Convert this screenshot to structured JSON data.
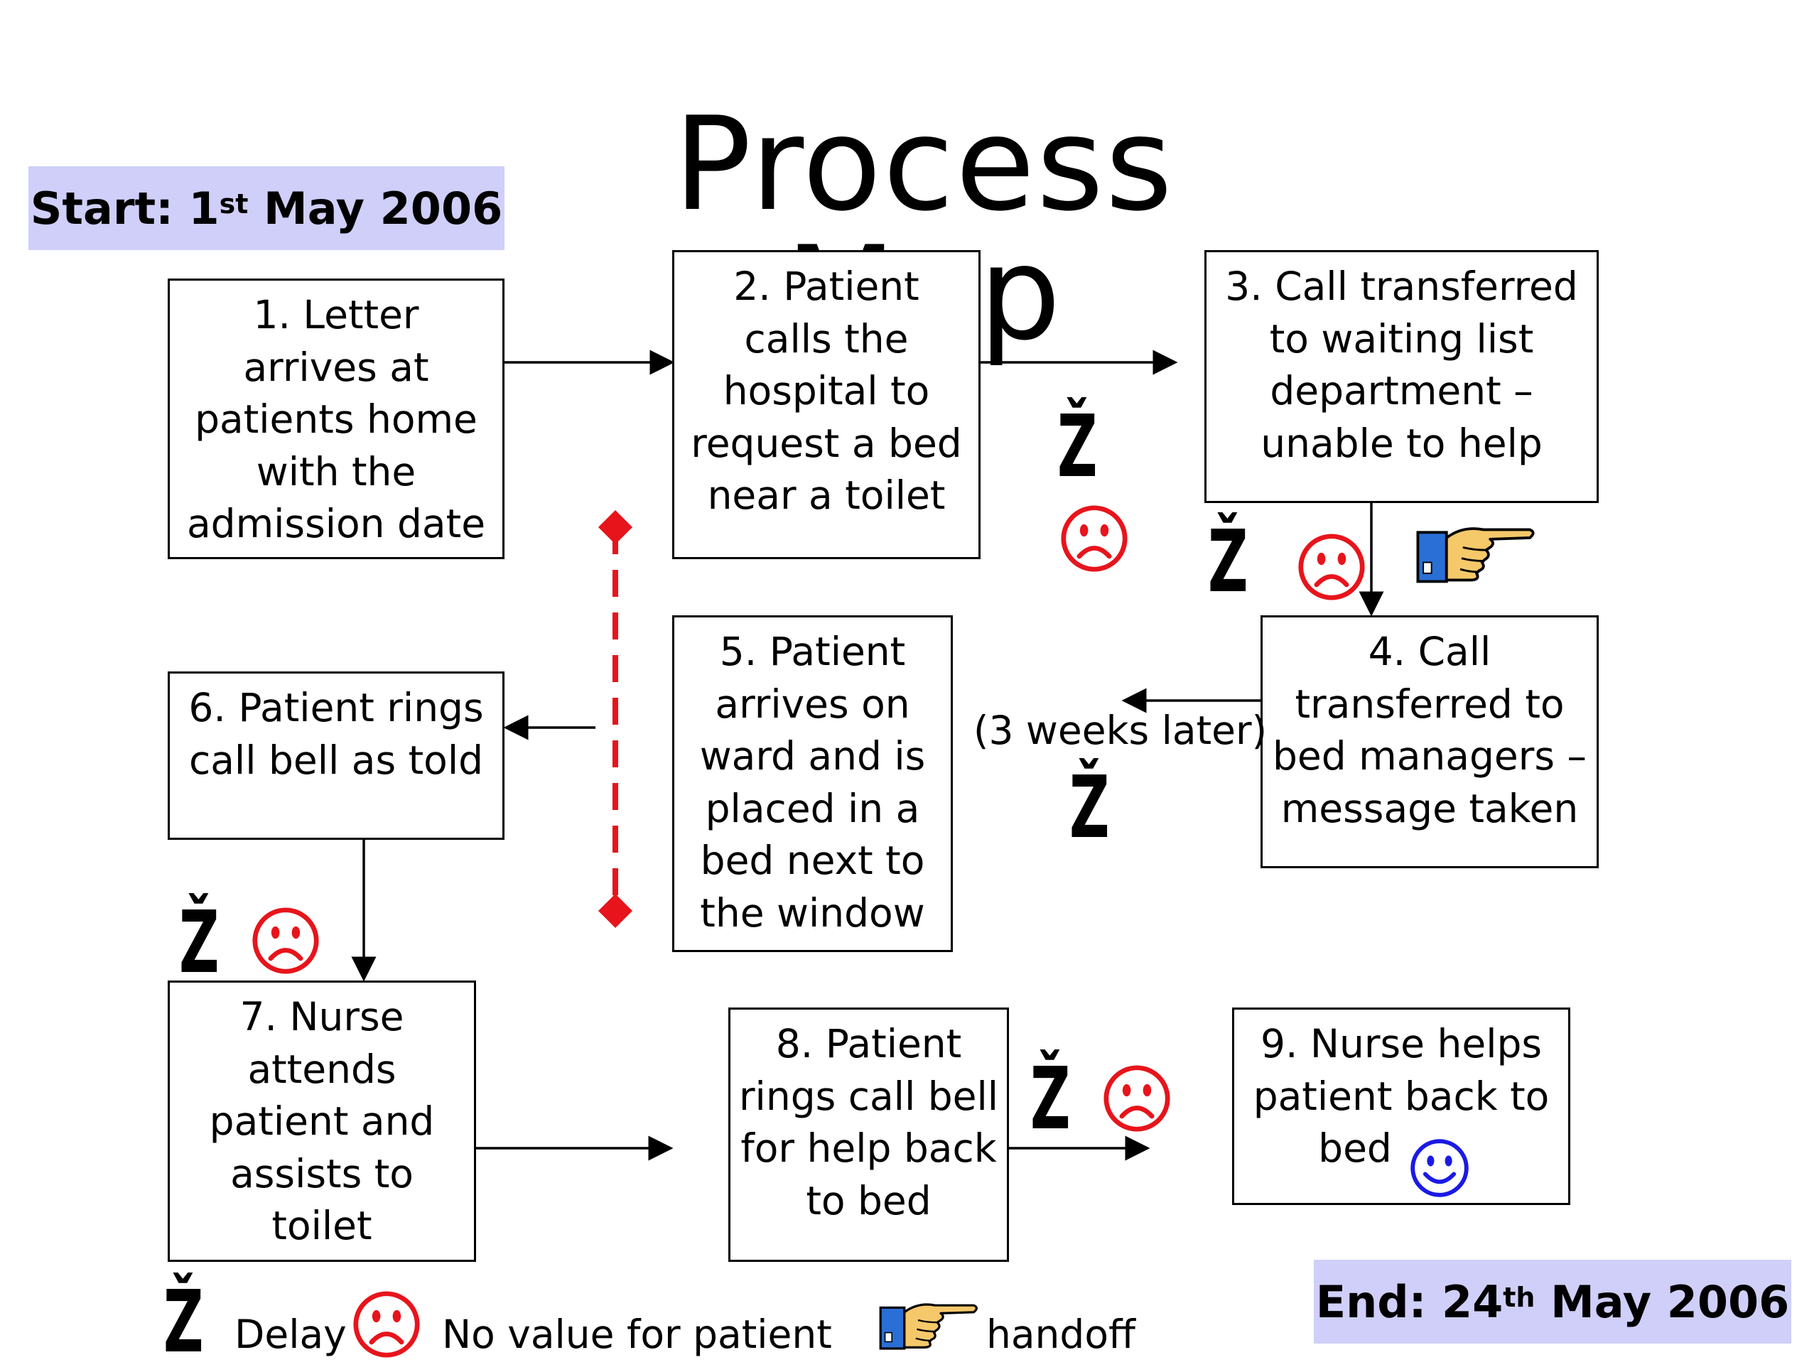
{
  "title": "Process Map",
  "start": {
    "label": "Start:",
    "day": "1",
    "suffix": "st",
    "month_year": "May 2006"
  },
  "end": {
    "label": "End:",
    "day": "24",
    "suffix": "th",
    "month_year": "May 2006"
  },
  "steps": [
    {
      "lines": [
        "1.  Letter",
        "arrives at",
        "patients home",
        "with the",
        "admission date"
      ]
    },
    {
      "lines": [
        "2.  Patient",
        "calls the",
        "hospital to",
        "request a bed",
        "near a toilet"
      ]
    },
    {
      "lines": [
        "3.  Call transferred",
        "to waiting list",
        "department –",
        "unable to help"
      ]
    },
    {
      "lines": [
        "4.  Call",
        "transferred to",
        "bed managers –",
        "message taken"
      ]
    },
    {
      "lines": [
        "5.  Patient",
        "arrives on",
        "ward and is",
        "placed in a",
        "bed next to",
        "the window"
      ]
    },
    {
      "lines": [
        "6.  Patient rings",
        "call bell as told"
      ]
    },
    {
      "lines": [
        "7.  Nurse",
        "attends",
        "patient and",
        "assists to",
        "toilet"
      ]
    },
    {
      "lines": [
        "8.  Patient",
        "rings call bell",
        "for help back",
        "to bed"
      ]
    },
    {
      "lines": [
        "9.  Nurse helps",
        "patient back to",
        "bed"
      ]
    }
  ],
  "annotation": "(3 weeks later)",
  "delay_glyph": "Ž",
  "legend": {
    "delay": "Delay",
    "no_value": "No value for patient",
    "handoff": "handoff"
  },
  "colors": {
    "date_box": "#cfcff9",
    "sad_face": "#e8141b",
    "happy_face": "#1a1ae6",
    "dashed_line": "#e8141b",
    "hand": "#f5c86a",
    "cuff": "#2a6fd6"
  },
  "icons": [
    "delay-icon",
    "sad-face-icon",
    "happy-face-icon",
    "pointing-hand-icon"
  ]
}
